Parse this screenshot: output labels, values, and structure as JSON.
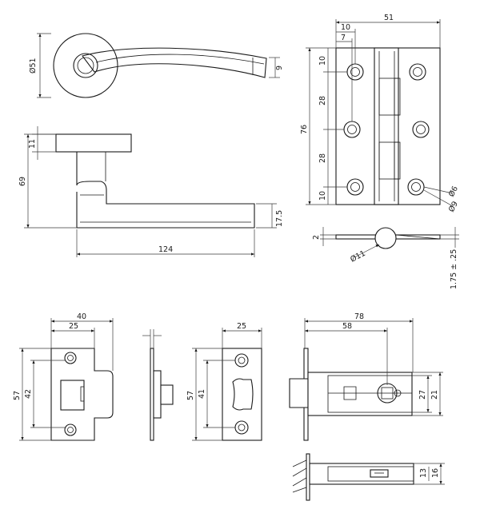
{
  "drawing": {
    "colors": {
      "line": "#1a1a1a",
      "background": "#ffffff"
    },
    "lever_handle": {
      "rose_diameter": "Ø51",
      "lever_end": "9",
      "rose_thickness": "11",
      "height": "69",
      "lever_thickness": "17.5",
      "length": "124"
    },
    "hinge": {
      "width": "51",
      "hole_offset_outer": "10",
      "hole_offset_inner": "7",
      "height": "76",
      "hole_pitch_top_edge": "10",
      "hole_pitch_upper": "28",
      "hole_pitch_lower": "28",
      "hole_pitch_bottom_edge": "10",
      "hole_small": "Ø6",
      "hole_large": "Ø9",
      "leaf_thickness": "2",
      "knuckle_diameter": "Ø11",
      "gap": "1.75 ± .25"
    },
    "latch_forend": {
      "width": "40",
      "inner_width": "25",
      "height": "57",
      "hole_pitch": "42"
    },
    "strike_plate": {
      "width": "25",
      "height": "57",
      "hole_pitch": "41"
    },
    "tubular_latch": {
      "backset_total": "78",
      "backset": "58",
      "body_height": "27",
      "case_height": "21",
      "side_height_a": "13",
      "side_height_b": "16"
    }
  }
}
